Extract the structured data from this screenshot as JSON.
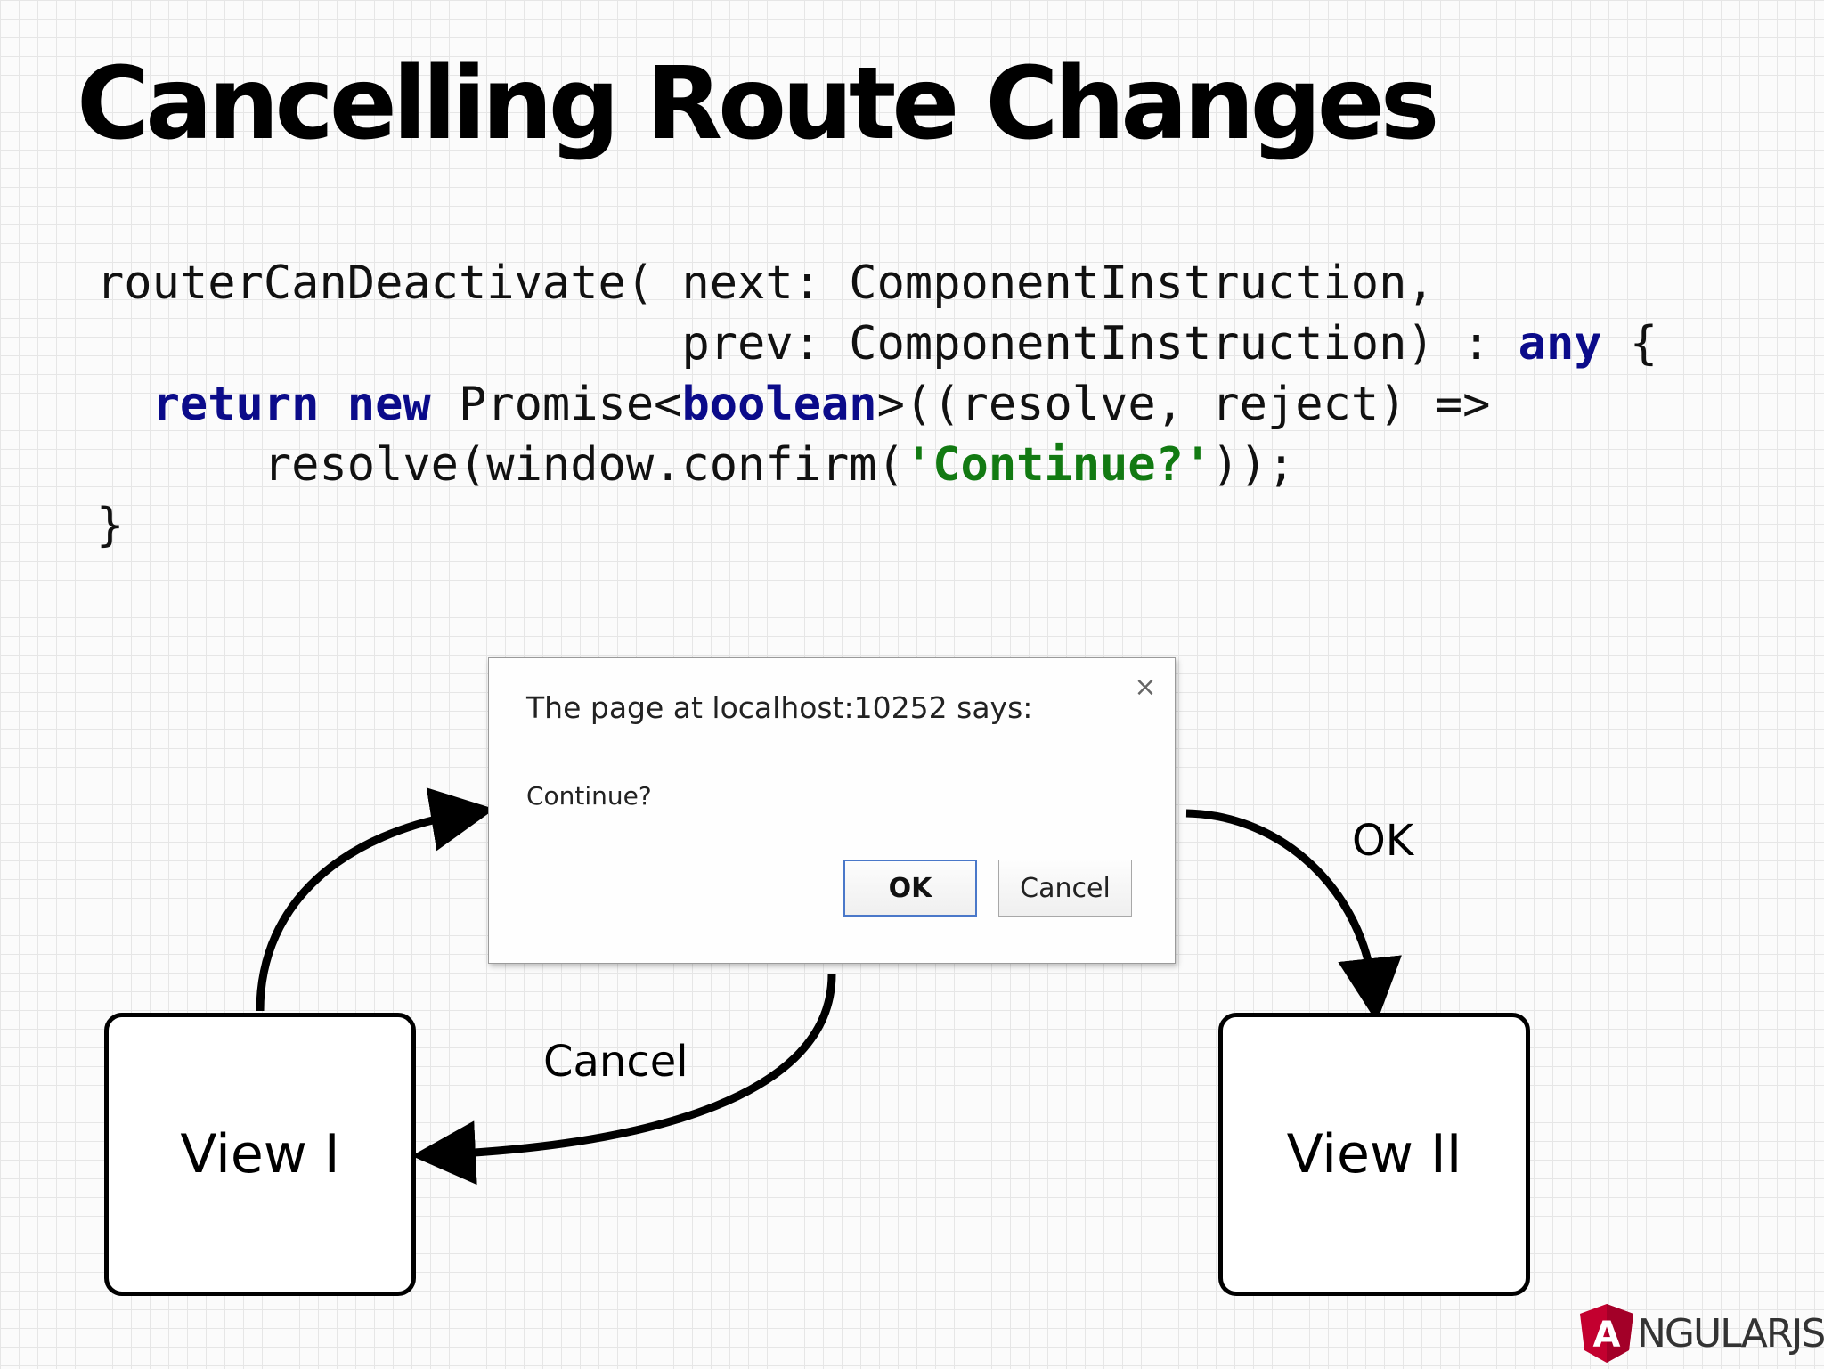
{
  "slide": {
    "title": "Cancelling Route Changes"
  },
  "code": {
    "line1": "routerCanDeactivate( next: ComponentInstruction,",
    "line2_pre": "                     prev: ComponentInstruction) : ",
    "line2_kw": "any",
    "line2_post": " {",
    "line3_indent": "  ",
    "line3_kw1": "return",
    "line3_sp": " ",
    "line3_kw2": "new",
    "line3_mid": " Promise<",
    "line3_kw3": "boolean",
    "line3_post": ">((resolve, reject) =>",
    "line4_pre": "      resolve(window.confirm(",
    "line4_str": "'Continue?'",
    "line4_post": "));",
    "line5": "}"
  },
  "dialog": {
    "heading": "The page at localhost:10252 says:",
    "message": "Continue?",
    "close_symbol": "×",
    "ok_label": "OK",
    "cancel_label": "Cancel"
  },
  "views": {
    "view1": "View I",
    "view2": "View II"
  },
  "edges": {
    "ok_label": "OK",
    "cancel_label": "Cancel"
  },
  "logo": {
    "text": "NGULARJS",
    "letter": "A",
    "icon": "angular-shield-icon"
  },
  "colors": {
    "keyword": "#0b0b8a",
    "string": "#127a12",
    "logo_red": "#c3002f"
  }
}
